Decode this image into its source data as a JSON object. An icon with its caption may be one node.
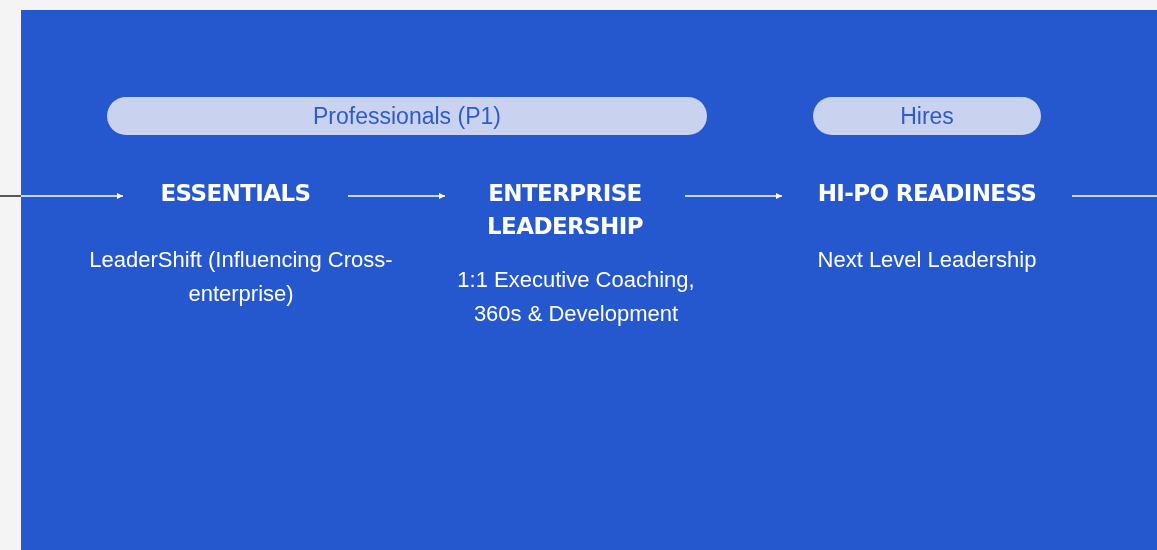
{
  "diagram": {
    "nodes": [
      {
        "text": [
          "Professionals (P1)"
        ]
      },
      {
        "text": [
          "Hires"
        ]
      },
      {
        "text": [
          "ESSENTIALS"
        ],
        "beside": [
          "LeaderShift (Influencing Cross-enterprise)"
        ]
      },
      {
        "text": [
          "ENTERPRISE LEADERSHIP"
        ],
        "beside": [
          "1:1 Executive Coaching, 360s & Development"
        ]
      },
      {
        "text": [
          "HI-PO READINESS"
        ],
        "beside": [
          "Next Level Leadership"
        ]
      }
    ],
    "edges": [
      {
        "from": null,
        "to": 2,
        "arrow": "to"
      },
      {
        "from": 2,
        "to": 3,
        "arrow": "to"
      },
      {
        "from": 3,
        "to": 4,
        "arrow": "to"
      },
      {
        "from": 4,
        "to": null,
        "arrow": "none"
      }
    ]
  }
}
